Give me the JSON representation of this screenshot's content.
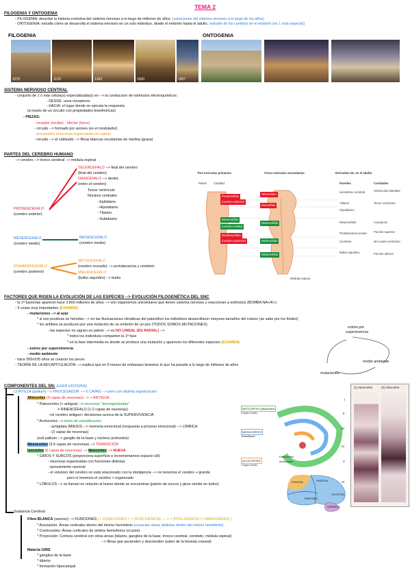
{
  "title": "TEMA 2",
  "sec1": {
    "heading": "FILOGENIA Y ONTOGENIA",
    "l1a": "- FILOGENIA: describe la historia evolutiva del sistema nervioso a lo largo de millones de años.",
    "l1b": "(variaciones del sistema nervioso a lo largo de los años)",
    "l2a": "- ONTOGENIA: estudia cómo se desarrolla el sistema nervioso en un solo individuo, desde el embrión hasta el adulto.",
    "l2b": "(estudio de los cambios en el embrión (en 1 sola especie))",
    "label_filo": "FILOGENIA",
    "label_onto": "ONTOGENIA",
    "photo_years": [
      "1075",
      "1120",
      "1362",
      "1500",
      "1907",
      "",
      "",
      ""
    ]
  },
  "sec2": {
    "heading": "SISTEMA NERVIOSO CENTRAL",
    "lines": [
      "- conjunto de 1 o más célula(s) especializada(s) en --> la conducción de estímulos electroquímicos:",
      "- DESDE: unos receptores",
      "- HACIA: el lugar donde se ejecuta la respuesta",
      "(a través de un circuito con propiedades bioeléctricas)",
      "- PIEZAS:",
      "- receptor (recibe) - efector (hace)",
      "- circuito --> formado por axones (es el modulador)",
      "- procesador (neuronas organizadas en capas)",
      "- circuito --> el cableado --> fibras blancas recubiertas de mielina (grasa)"
    ]
  },
  "sec3": {
    "heading": "PARTES DEL CEREBRO HUMANO",
    "intro": "--> cerebro --> tronco cerebral --> médula espinal",
    "pros": "PROSENCEFALO",
    "pros_sub": "(cerebro anterior)",
    "telen": "TELENCEFALO",
    "telen_a": "--> final del cerebro",
    "telen_b": "(final del cerebro)",
    "dien": "DIENCEFALO",
    "dien_a": "--> dentro",
    "dien_b": "(entre el cerebro)",
    "dien_items": [
      "Tercer ventrículo",
      "Núcleos centrales",
      "- Epitálamo",
      "- Hipotálamo",
      "- Tálamo",
      "- Subtálamo"
    ],
    "mes": "MESENCEFALO",
    "mes_sub": "(cerebro medio)",
    "mes2": "MESENCEFALO",
    "mes2_sub": "(cerebro medio)",
    "romb": "ROMBOENCEFALO",
    "romb_sub": "(cerebro posterior)",
    "meten": "METENCEFALO",
    "meten_a": "(cerebro cruzado) --> protuberancia y cerebelo",
    "mielen": "MIELENCEFALO",
    "mielen_a": "(bulbo raquídeo) --> bulbo",
    "fig": {
      "h1": "Tres vesículas primarias",
      "h2": "Cinco vesículas secundarias",
      "h3": "Derivados de, en el adulto",
      "pared": "Pared",
      "cavidad": "Cavidad",
      "paredes": "Paredes",
      "cavidades": "Cavidades",
      "prim": [
        "Prosencéfalo",
        "(cerebro anterior)",
        "Mesencéfalo",
        "(cerebro medio)",
        "Rombencéfalo",
        "(cerebro posterior)"
      ],
      "sec": [
        "Telencéfalo",
        "Diencéfalo",
        "Mesencéfalo",
        "Metencéfalo",
        "Mielencéfalo"
      ],
      "walls": [
        "Hemisferio cerebral",
        "Tálamo",
        "Hipotálamo",
        "Mesencéfalo",
        "Protuberancia anular",
        "Cerebelo",
        "Bulbo raquídeo"
      ],
      "cavs": [
        "Ventrículos laterales",
        "Tercer ventrículo",
        "Acueducto",
        "Porción superior",
        "del cuarto ventrículo",
        "Porción inferior"
      ],
      "medula": "Médula espinal"
    }
  },
  "sec4": {
    "heading": "FACTORES QUE RIGEN LA EVOLUCIÓN DE LAS ESPECIES --> EVOLUCIÓN FILOGENÉTICA DEL SNC",
    "l1": "- la 1ª bacterias apareció hace 3.800 millones de años --> son organismos unicelulares que tienen sistema nervioso y reaccionan a estímulos (BOMBA NA+/K+)",
    "l2a": "- 3 cosas muy importantes",
    "l2b": "(EXAMEN)",
    "l2c": ":",
    "l3": "- mutaciones --> al azar",
    "l4": "* si son positivas se heredan --> en las fluctuaciones climáticas del paleolítico los individuos desarrollaron mayores tamaños del cráneo (se sabe por los fósiles)",
    "l5": "* los anfibios se producen por una mutación de un embrión de un pez (TODOS SOMOS MUTACIONES)",
    "l6a": "- las especies no siguen un patrón --> es",
    "l6b": "NO LINEAL",
    "l6c": "(ES RADIAL)",
    "l6d": "-->",
    "l7": "* todos los individuos comparten la 1ª fase",
    "l8a": "* en la fase intermedia es donde se produce una mutación y aparecen los diferentes especies",
    "l8b": "(EXAMEN)",
    "l9": "- estres por supervivencia",
    "l10": "- medio ambiente",
    "l11": "- hace 500x105 años se crearon los peces",
    "l12": "- TEORÍA DE LA RECAPITULACIÓN --> explica que en 9 meses de embarazo tenemos lo que ha pasado a lo largo de millones de años",
    "cyc1": "estrés por",
    "cyc2": "supervivencia",
    "cyc3": "medio ambiente",
    "cyc4": "mutaciones"
  },
  "sec5": {
    "heading": "COMPONENTES DEL SN:",
    "heading_note": "(LEER HISTORIA)",
    "l1a": "CORTEZA (pallium) --> PROCESADOR --> 6 CAPAS --> pero con distinta organización",
    "allo": "Allocortex",
    "allo_a": "(3 capas de neuronas) --> + ANTIGUA",
    "l2": "* Paleocortex (+ antigua) -->",
    "l2b": "neuronas \"desorganizadas\"",
    "l3": "= RINENCÉFALO (1-2 capas de neuronas)",
    "l4": "<el cerebro antiguo> decisiones acerca de la SUPERVIVENCIA",
    "l5": "* Archicortex -->",
    "l5b": "inicio de estratificación",
    "l6": "- amígdala (MIEDO) --> memoria emocional (respuesta a proceso emocional) --> LÍMBICA",
    "l7": "- (3 capas de neuronas)",
    "l8": "(sub pallium --> ganglio de la base y núcleos profundos)",
    "meso": "Mesocortex",
    "meso_a": "(3-5 capas de neuronas) -->",
    "meso_b": "TRANSICIÓN",
    "iso": "Isocortex",
    "iso_a": "(6 capas de neuronas) -->",
    "neo": "Neocortex",
    "neo_b": "--> NUEVA",
    "l9": "* GIROS Y SURCOS (proporciona superficie e incrementamos espacio útil)",
    "l10": "- neuronas organizadas con funciones distintas",
    "l11": "- pensamiento racional",
    "l12": "- el volumen del cerebro no está relacionado con la inteligencia --> no tenemos el cerebro + grande",
    "l13": "pero sí tenemos el cerebro + organizado",
    "l14": "* LÓBULOS --> se llaman en relación al hueso donde se encuentran (patrón de surcos y giros similar en todos)",
    "fig_neo": "(1) Neocortex",
    "fig_allo": "(2) Allocortex",
    "fig_lbl": [
      "NEOCORTEX (disocortex)",
      "6 layer cortex",
      "MESOCORTEX",
      "Transitional",
      "Paleocortex",
      "Archicortex",
      "ALLOCORTEX",
      "3 layer cortex"
    ],
    "roman": [
      "I",
      "II",
      "III",
      "IV",
      "V",
      "VI"
    ],
    "lobes": [
      "FRONTAL",
      "PARIETAL",
      "OCCIPITAL",
      "TEMPORAL",
      "CEREBELO"
    ]
  },
  "sec6": {
    "title": "Sustancia Cerebral",
    "fb": "Fibra BLANCA",
    "fb_a": "(axones) --> FUNCIONES",
    "fb_b": "(+ CONEXIONES = + INTELIGENCIA) ----> + INTELIGENCIA (+ HABILIDADES) )",
    "a1a": "* Asociación: Áreas corticales dentro del mismo hemisferio",
    "a1b": "(conectan áreas distintas dentro del mismo hemisferio)",
    "a2": "* Comisurales: Áreas corticales de ambos hemisferios (cruzan)",
    "a3": "* Proyección: Corteza cerebral con otras áreas (tálamo, ganglios de la base, tronco cerebral, cerebelo, médula espinal)",
    "a4": "--> fibras que ascienden y descienden (salen de la bóveda craneal)",
    "mg": "Materia GRIS",
    "g1": "* ganglios de la base",
    "g2": "* tálamo",
    "g3": "* formación hipocampal"
  }
}
